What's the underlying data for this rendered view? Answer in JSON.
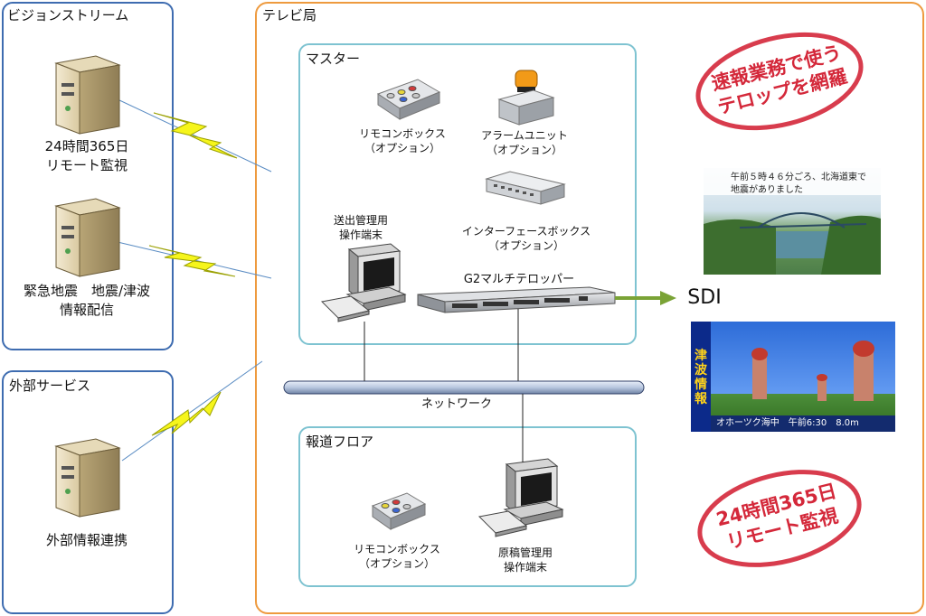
{
  "groups": {
    "vision_stream": "ビジョンストリーム",
    "external_services": "外部サービス",
    "tv_station": "テレビ局",
    "master": "マスター",
    "news_floor": "報道フロア"
  },
  "servers": {
    "monitoring_line1": "24時間365日",
    "monitoring_line2": "リモート監視",
    "eew_line1": "緊急地震　地震/津波",
    "eew_line2": "情報配信",
    "external_link": "外部情報連携"
  },
  "devices": {
    "remote_box": "リモコンボックス",
    "option": "（オプション）",
    "alarm_unit": "アラームユニット",
    "interface_box": "インターフェースボックス",
    "send_terminal_line1": "送出管理用",
    "send_terminal_line2": "操作端末",
    "manuscript_terminal_line1": "原稿管理用",
    "manuscript_terminal_line2": "操作端末",
    "telop_device": "G2マルチテロッパー",
    "network": "ネットワーク",
    "sdi": "SDI"
  },
  "stamps": {
    "top_line1": "速報業務で使う",
    "top_line2": "テロップを網羅",
    "bottom_line1": "24時間365日",
    "bottom_line2": "リモート監視"
  },
  "screens": {
    "top_caption_line1": "午前５時４６分ごろ、北海道東で",
    "top_caption_line2": "地震がありました",
    "bottom_side_chars": [
      "津",
      "波",
      "情",
      "報"
    ],
    "bottom_ticker": "オホーツク海中　午前6:30　8.0m"
  }
}
